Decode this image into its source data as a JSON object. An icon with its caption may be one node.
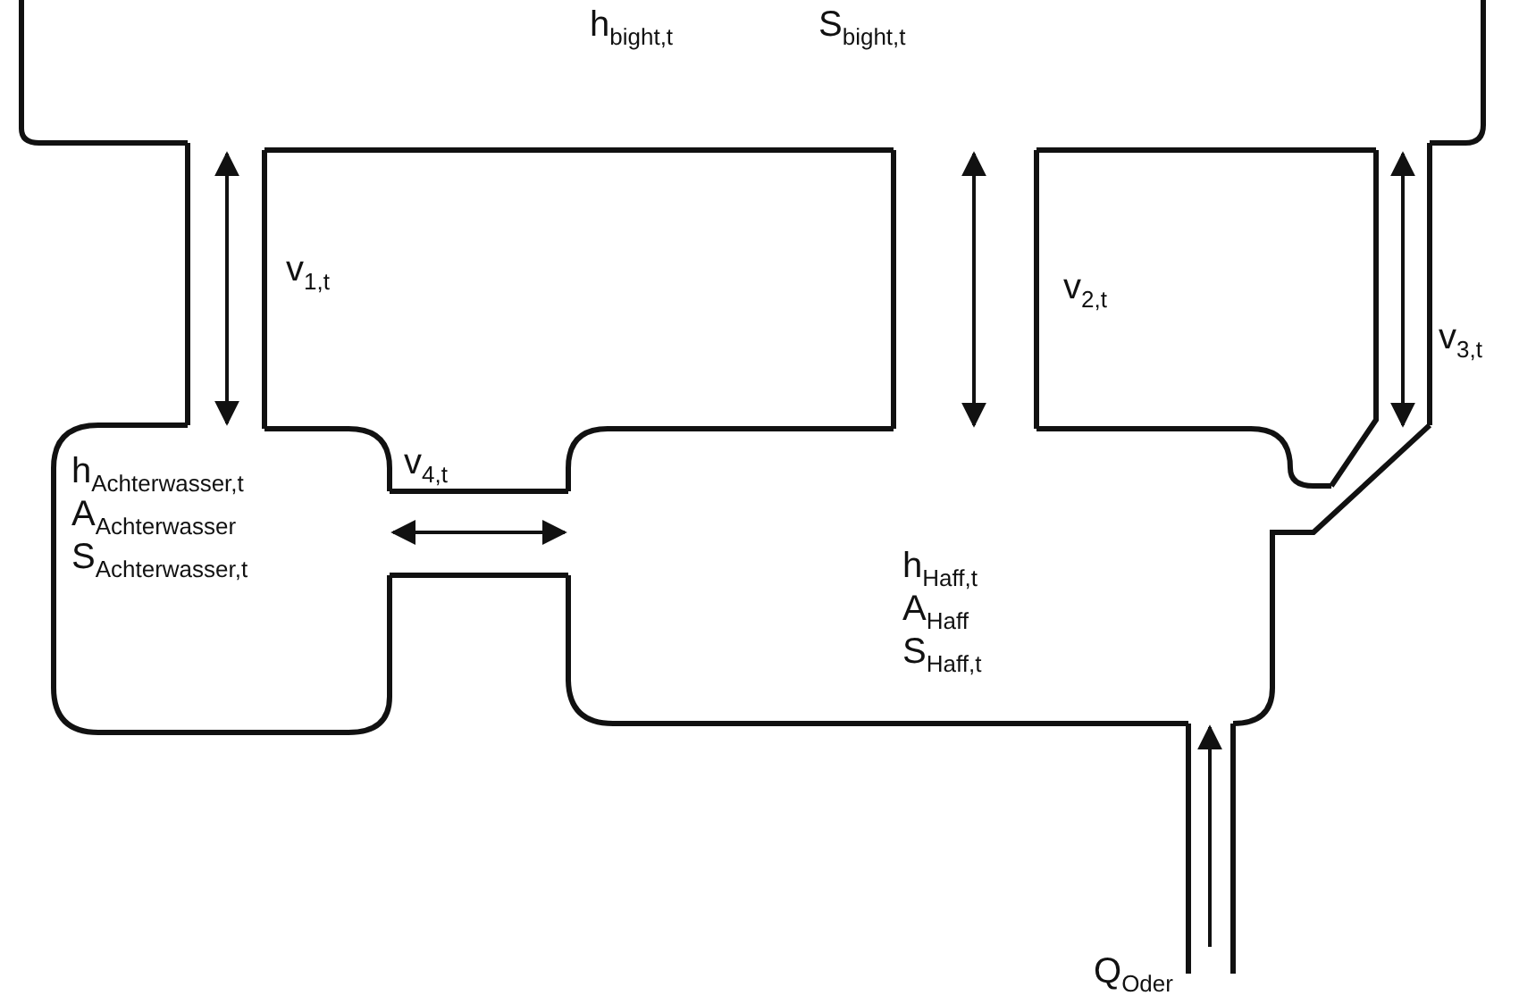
{
  "diagram": {
    "nodes": [
      {
        "text": [
          "h$_{bight,t}$",
          "S$_{bight,t}$"
        ]
      },
      {
        "text": [
          "h$_{Achterwasser,t}$",
          "A$_{Achterwasser}$",
          "S$_{Achterwasser,t}$"
        ]
      },
      {
        "text": [
          "h$_{Haff,t}$",
          "A$_{Haff}$",
          "S$_{Haff,t}$"
        ]
      },
      {
        "text": [
          "Q$_{Oder}$"
        ]
      }
    ],
    "edges": [
      {
        "from": 0,
        "to": 1,
        "arrow": "both",
        "label": "v$_{1,t}$"
      },
      {
        "from": 0,
        "to": 2,
        "arrow": "both",
        "label": "v$_{2,t}$"
      },
      {
        "from": 0,
        "to": 2,
        "arrow": "both",
        "label": "v$_{3,t}$"
      },
      {
        "from": 1,
        "to": 2,
        "arrow": "both",
        "label": "v$_{4,t}$"
      },
      {
        "from": 3,
        "to": 2,
        "arrow": "to"
      }
    ]
  }
}
